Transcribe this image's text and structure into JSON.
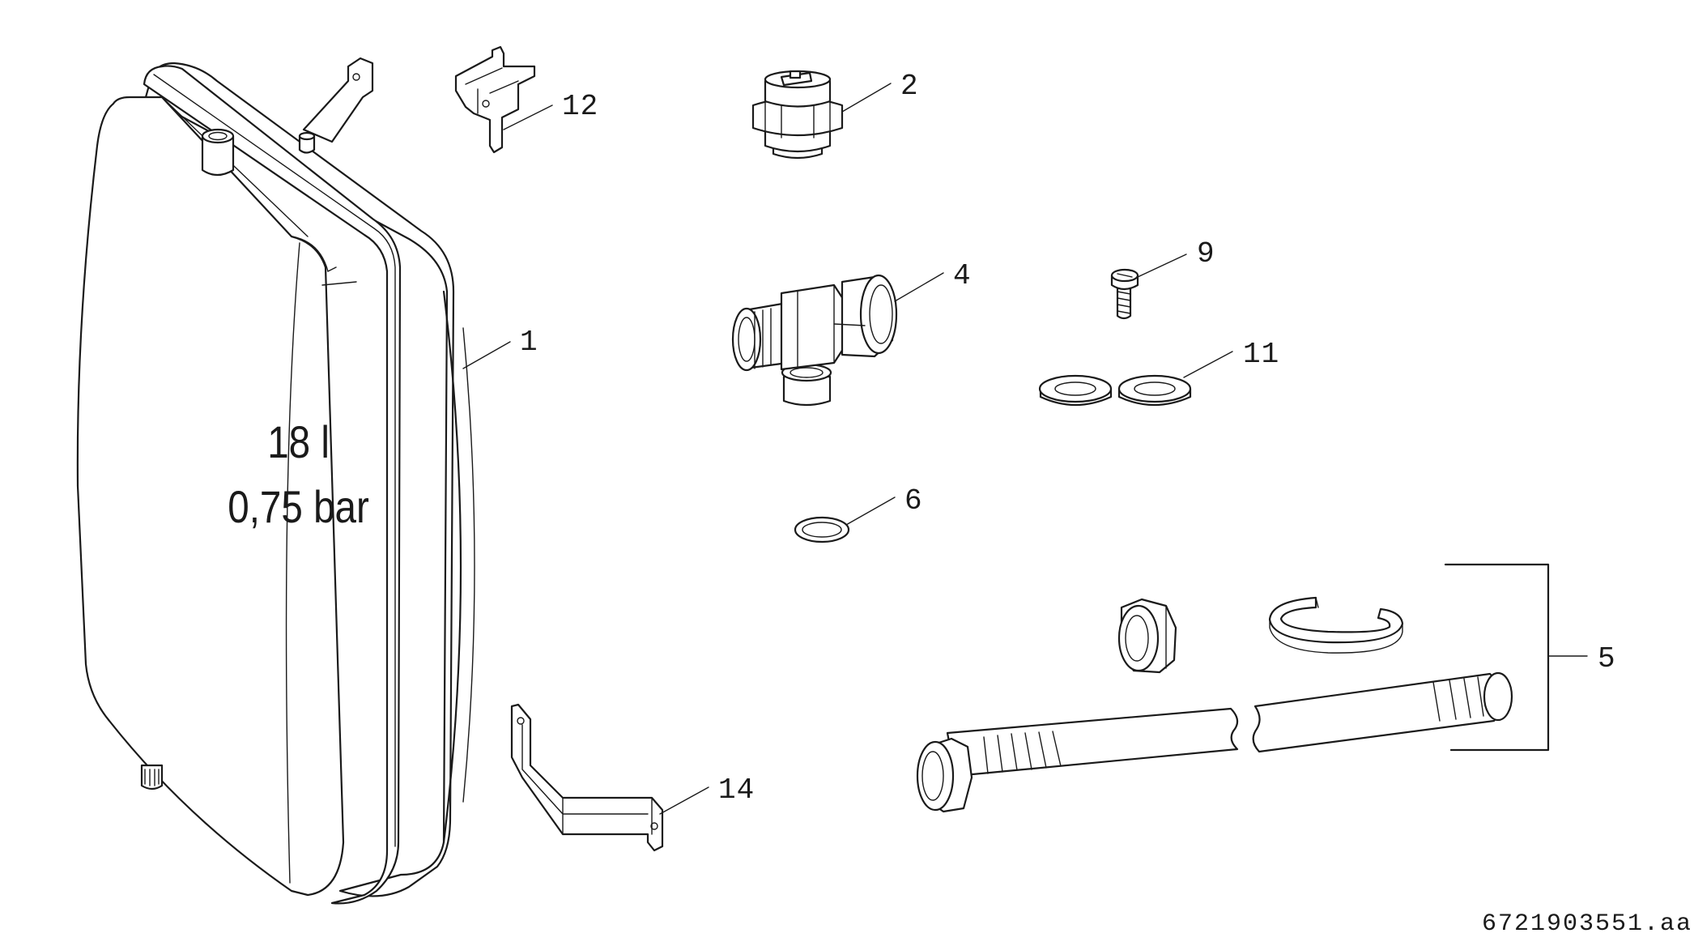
{
  "diagram": {
    "tank_label": {
      "volume": "18 l",
      "pressure": "0,75 bar"
    },
    "callouts": [
      {
        "id": "c1",
        "label": "1"
      },
      {
        "id": "c2",
        "label": "2"
      },
      {
        "id": "c4",
        "label": "4"
      },
      {
        "id": "c5",
        "label": "5"
      },
      {
        "id": "c6",
        "label": "6"
      },
      {
        "id": "c9",
        "label": "9"
      },
      {
        "id": "c11",
        "label": "11"
      },
      {
        "id": "c12",
        "label": "12"
      },
      {
        "id": "c14",
        "label": "14"
      }
    ],
    "document_id": "6721903551.aa"
  }
}
